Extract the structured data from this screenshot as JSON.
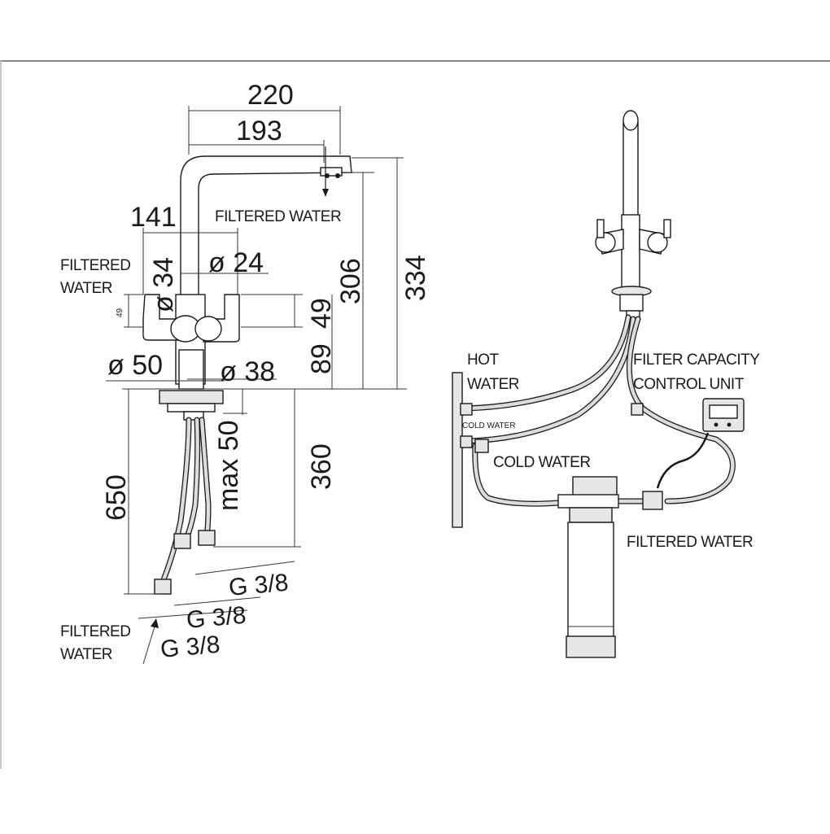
{
  "dimensions": {
    "spout_width_total": "220",
    "spout_width_inner": "193",
    "handle_span": "141",
    "body_diameter": "ø 34",
    "spout_diameter": "ø 24",
    "spout_height": "306",
    "total_height": "334",
    "lever_height": "49",
    "lever_height_small": "49",
    "body_height": "89",
    "base_diameter": "ø 50",
    "hole_diameter": "ø 38",
    "hose_length": "650",
    "max_deck": "max 50",
    "shank_length": "360",
    "connection_1": "G 3/8",
    "connection_2": "G 3/8",
    "connection_3": "G 3/8"
  },
  "labels": {
    "filtered_water_spout": "FILTERED WATER",
    "filtered_water_side_1": "FILTERED",
    "filtered_water_side_2": "WATER",
    "filtered_water_bottom_1": "FILTERED",
    "filtered_water_bottom_2": "WATER",
    "hot_water_1": "HOT",
    "hot_water_2": "WATER",
    "cold_water_small": "COLD WATER",
    "cold_water": "COLD WATER",
    "filter_capacity_1": "FILTER CAPACITY",
    "filter_capacity_2": "CONTROL UNIT",
    "filtered_water_right": "FILTERED WATER"
  }
}
